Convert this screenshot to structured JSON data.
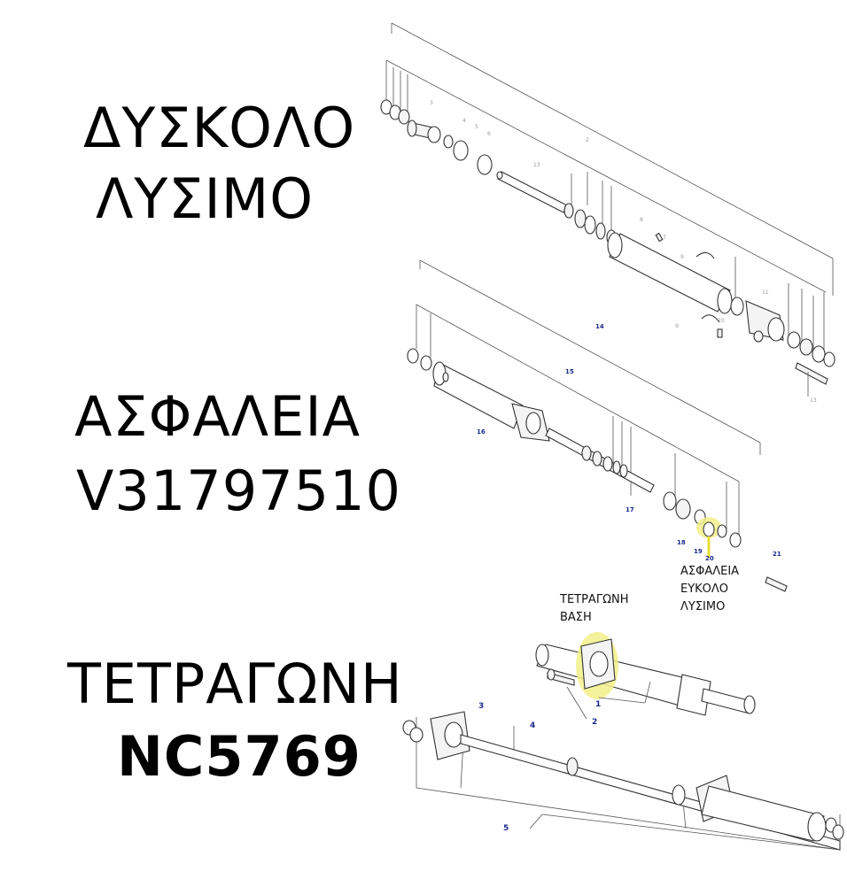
{
  "headings": {
    "difficult_line1": "ΔΥΣΚΟΛΟ",
    "difficult_line2": "ΛΥΣΙΜΟ",
    "safety_line1": "ΑΣΦΑΛΕΙΑ",
    "safety_line2": "V31797510",
    "square_line1": "ΤΕΤΡΑΓΩΝΗ",
    "square_line2": "NC5769"
  },
  "notes": {
    "safety_line1": "ΑΣΦΑΛΕΙΑ",
    "safety_line2": "ΕΥΚΟΛΟ",
    "safety_line3": "ΛΥΣΙΜΟ",
    "base_line1": "ΤΕΤΡΑΓΩΝΗ",
    "base_line2": "ΒΑΣΗ"
  },
  "diagram1_labels": [
    "3",
    "4",
    "5",
    "6",
    "2",
    "13",
    "8",
    "7",
    "9",
    "11",
    "9",
    "10",
    "13"
  ],
  "diagram2_labels": [
    "14",
    "15",
    "16",
    "17",
    "18",
    "19",
    "20",
    "21"
  ],
  "diagram3_labels": [
    "1",
    "2",
    "3",
    "4",
    "5"
  ],
  "colors": {
    "highlight": "#f2f08a",
    "callout_blue": "#1b2a8f",
    "gray_callout": "#999999"
  }
}
